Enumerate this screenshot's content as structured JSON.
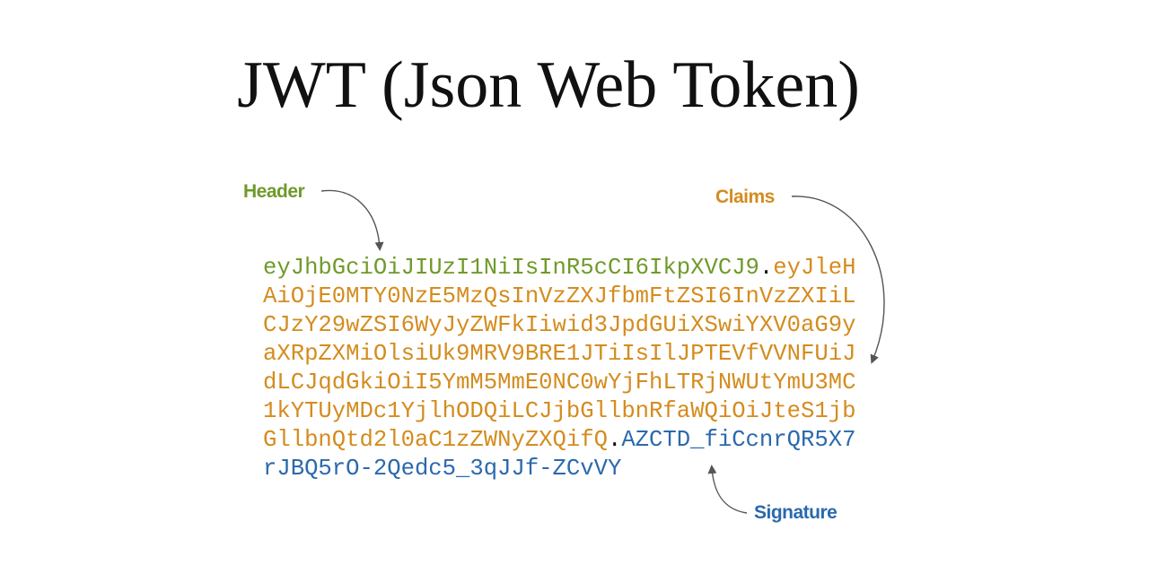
{
  "title": "JWT (Json Web Token)",
  "labels": {
    "header": "Header",
    "claims": "Claims",
    "signature": "Signature"
  },
  "token": {
    "header": "eyJhbGciOiJIUzI1NiIsInR5cCI6IkpXVCJ9",
    "dot1": ".",
    "claims": "eyJleHAiOjE0MTY0NzE5MzQsInVzZXJfbmFtZSI6InVzZXIiLCJzY29wZSI6WyJyZWFkIiwid3JpdGUiXSwiYXV0aG9yaXRpZXMiOlsiUk9MRV9BRE1JTiIsIlJPTEVfVVNFUiJdLCJqdGkiOiI5YmM5MmE0NC0wYjFhLTRjNWUtYmU3MC1kYTUyMDc1YjlhODQiLCJjbGllbnRfaWQiOiJteS1jbGllbnQtd2l0aC1zZWNyZXQifQ",
    "dot2": ".",
    "signature": "AZCTD_fiCcnrQR5X7rJBQ5rO-2Qedc5_3qJJf-ZCvVY"
  },
  "colors": {
    "header": "#6f9a2a",
    "claims": "#d48c1e",
    "signature": "#2a69ac",
    "dot": "#111111",
    "arrow": "#555555"
  }
}
